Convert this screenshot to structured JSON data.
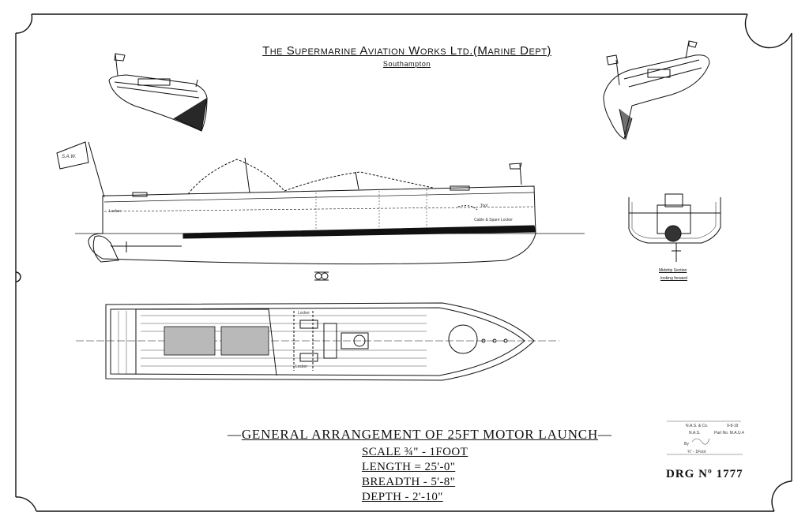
{
  "header": {
    "company": "The Supermarine Aviation Works Ltd.(Marine Dept)",
    "city": "Southampton"
  },
  "title": "GENERAL ARRANGEMENT OF 25FT MOTOR LAUNCH",
  "specs": {
    "scale": "SCALE ¾\" - 1FOOT",
    "length": "LENGTH = 25'-0\"",
    "breadth": "BREADTH - 5'-8\"",
    "depth": "DEPTH - 2'-10\""
  },
  "drawing_number": "DRG Nº 1777",
  "labels": {
    "section_1": "Midship Section",
    "section_2": "looking forward",
    "locker_1": "Locker",
    "locker_2": "Locker",
    "locker_aft": "Locker",
    "chain_locker": "Cable & Spare Locker",
    "tool_locker": "Tool"
  },
  "title_block": {
    "row1": "N.A.S. & Co.",
    "row1_date": "9-8-19",
    "row2": "N.A.S.",
    "row2_ref": "Part No. M.A.U.4",
    "row3": "By",
    "row4": "¾\" - 1Foot"
  },
  "flag_text": "S.A.W."
}
